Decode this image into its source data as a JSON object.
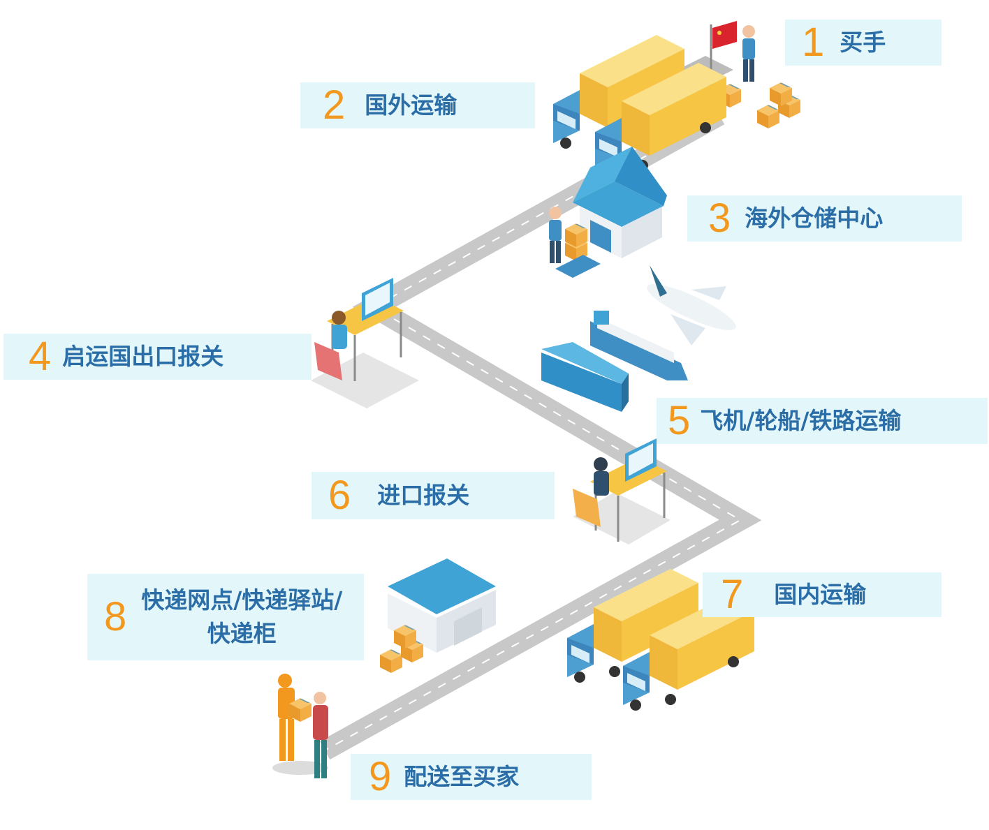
{
  "steps": [
    {
      "num": "1",
      "label": "买手"
    },
    {
      "num": "2",
      "label": "国外运输"
    },
    {
      "num": "3",
      "label": "海外仓储中心"
    },
    {
      "num": "4",
      "label": "启运国出口报关"
    },
    {
      "num": "5",
      "label": "飞机/轮船/铁路运输"
    },
    {
      "num": "6",
      "label": "进口报关"
    },
    {
      "num": "7",
      "label": "国内运输"
    },
    {
      "num": "8",
      "label": "快递网点/快递驿站/快递柜"
    },
    {
      "num": "9",
      "label": "配送至买家"
    }
  ],
  "colors": {
    "number": "#f3981e",
    "label": "#2b6da6",
    "label_bg": "#e3f7fb",
    "road": "#c8c8c8",
    "road_dash": "#ffffff",
    "truck_box": "#f6c543",
    "truck_cab": "#3f8fc4",
    "roof": "#3fa3d6",
    "box": "#f2a93b"
  },
  "icons": [
    "buyer-person-icon",
    "china-flag-icon",
    "truck-icon",
    "warehouse-icon",
    "forklift-worker-icon",
    "customs-officer-icon",
    "airplane-icon",
    "cargo-ship-icon",
    "train-icon",
    "parcel-boxes-icon",
    "courier-delivery-icon"
  ]
}
